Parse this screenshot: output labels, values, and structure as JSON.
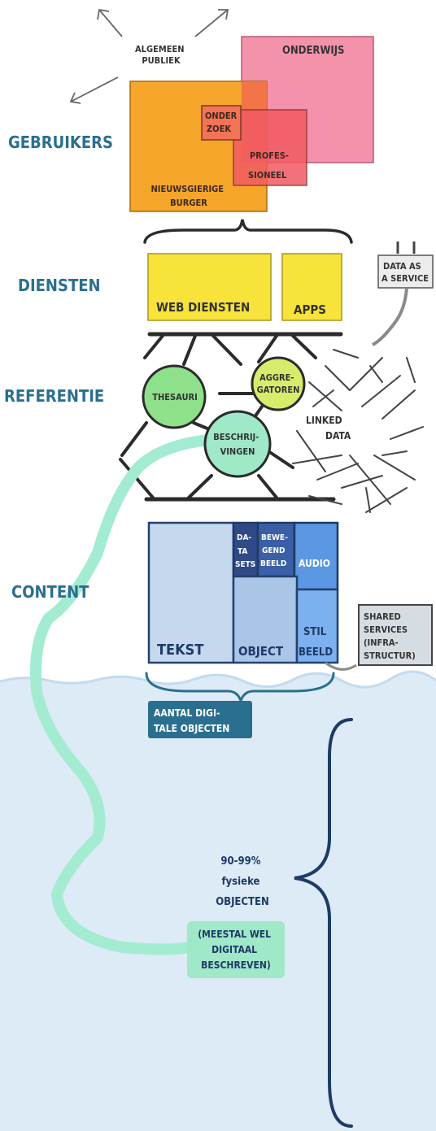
{
  "labels": {
    "algemeen": [
      "ALGEMEEN",
      "PUBLIEK"
    ],
    "onderwijs": "ONDERWIJS",
    "onderzoek": [
      "ONDER",
      "ZOEK"
    ],
    "professioneel": [
      "PROFES-",
      "SIONEEL"
    ],
    "nieuwsgierige": [
      "NIEUWSGIERIGE",
      "BURGER"
    ],
    "gebruikers": "GEBRUIKERS",
    "diensten": "DIENSTEN",
    "referentie": "REFERENTIE",
    "content": "CONTENT",
    "web_diensten": "WEB DIENSTEN",
    "apps": "APPS",
    "data_as_service": [
      "DATA AS",
      "A SERVICE"
    ],
    "thesauri": "THESAURI",
    "aggregatoren": [
      "AGGRE-",
      "GATOREN"
    ],
    "beschrijvingen": [
      "BESCHRIJ-",
      "VINGEN"
    ],
    "linked_data": [
      "LINKED",
      "DATA"
    ],
    "datasets": [
      "DA-",
      "TA",
      "SETS"
    ],
    "bewegend_beeld": [
      "BEWE-",
      "GEND",
      "BEELD"
    ],
    "audio": "AUDIO",
    "tekst": "TEKST",
    "object": "OBJECT",
    "stil_beeld": [
      "STIL",
      "BEELD"
    ],
    "shared_services": [
      "SHARED",
      "SERVICES",
      "(INFRA-",
      "STRUCTUR)"
    ],
    "aantal": [
      "AANTAL DIGI-",
      "TALE OBJECTEN"
    ],
    "fysieke": [
      "90-99%",
      "fysieke",
      "OBJECTEN"
    ],
    "meestal": [
      "(MEESTAL WEL",
      "DIGITAAL",
      "BESCHREVEN)"
    ]
  },
  "colors": {
    "heading": "#2a6f8f",
    "water": "#dcebf5",
    "orange": "#f5a52a",
    "pink": "#f592ab",
    "red": "#f25a62",
    "yellow": "#f7e33a",
    "green": "#8fe08a",
    "teal": "#9fe8c8",
    "navy": "#1e3a66",
    "tekst_block": "#c5d8ee",
    "object_block": "#a9c5e8",
    "audio_block": "#5b97e2",
    "stil_block": "#7db0ee",
    "shared_block": "#d6dde2"
  }
}
